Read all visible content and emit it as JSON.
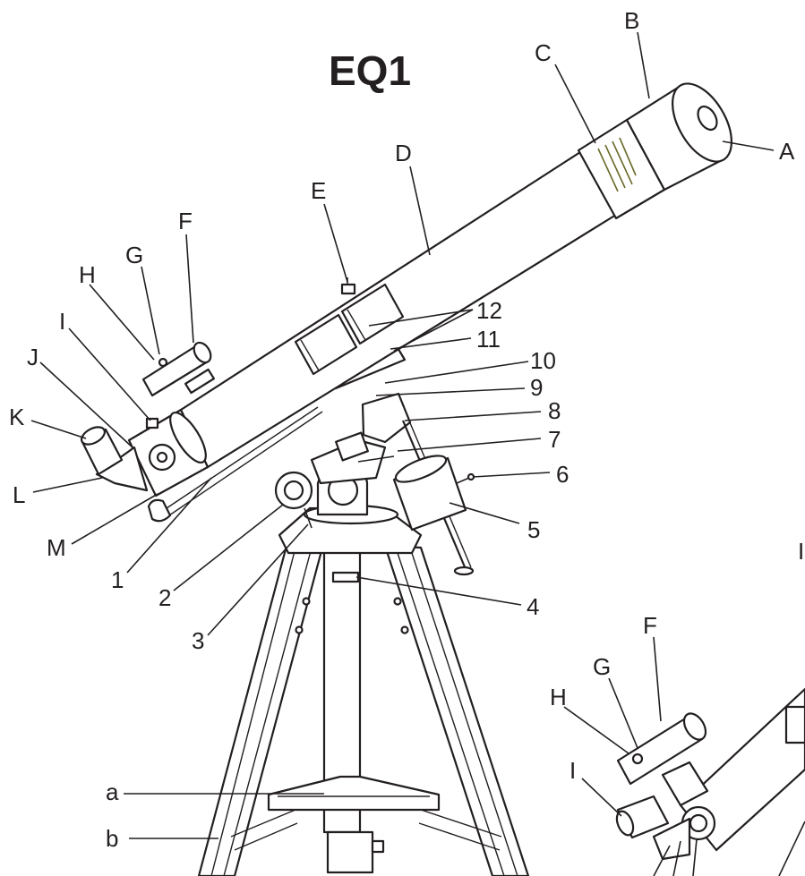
{
  "title": "EQ1",
  "main_labels": {
    "A": "A",
    "B": "B",
    "C": "C",
    "D": "D",
    "E": "E",
    "F": "F",
    "G": "G",
    "H": "H",
    "I": "I",
    "J": "J",
    "K": "K",
    "L": "L",
    "M": "M",
    "n1": "1",
    "n2": "2",
    "n3": "3",
    "n4": "4",
    "n5": "5",
    "n6": "6",
    "n7": "7",
    "n8": "8",
    "n9": "9",
    "n10": "10",
    "n11": "11",
    "n12": "12",
    "a": "a",
    "b": "b"
  },
  "inset_labels": {
    "F": "F",
    "G": "G",
    "H": "H",
    "I": "I"
  },
  "edge_mark": "I",
  "colors": {
    "line": "#231f20",
    "background": "#ffffff",
    "dew_shield_hatch": "#6b6a2a"
  }
}
